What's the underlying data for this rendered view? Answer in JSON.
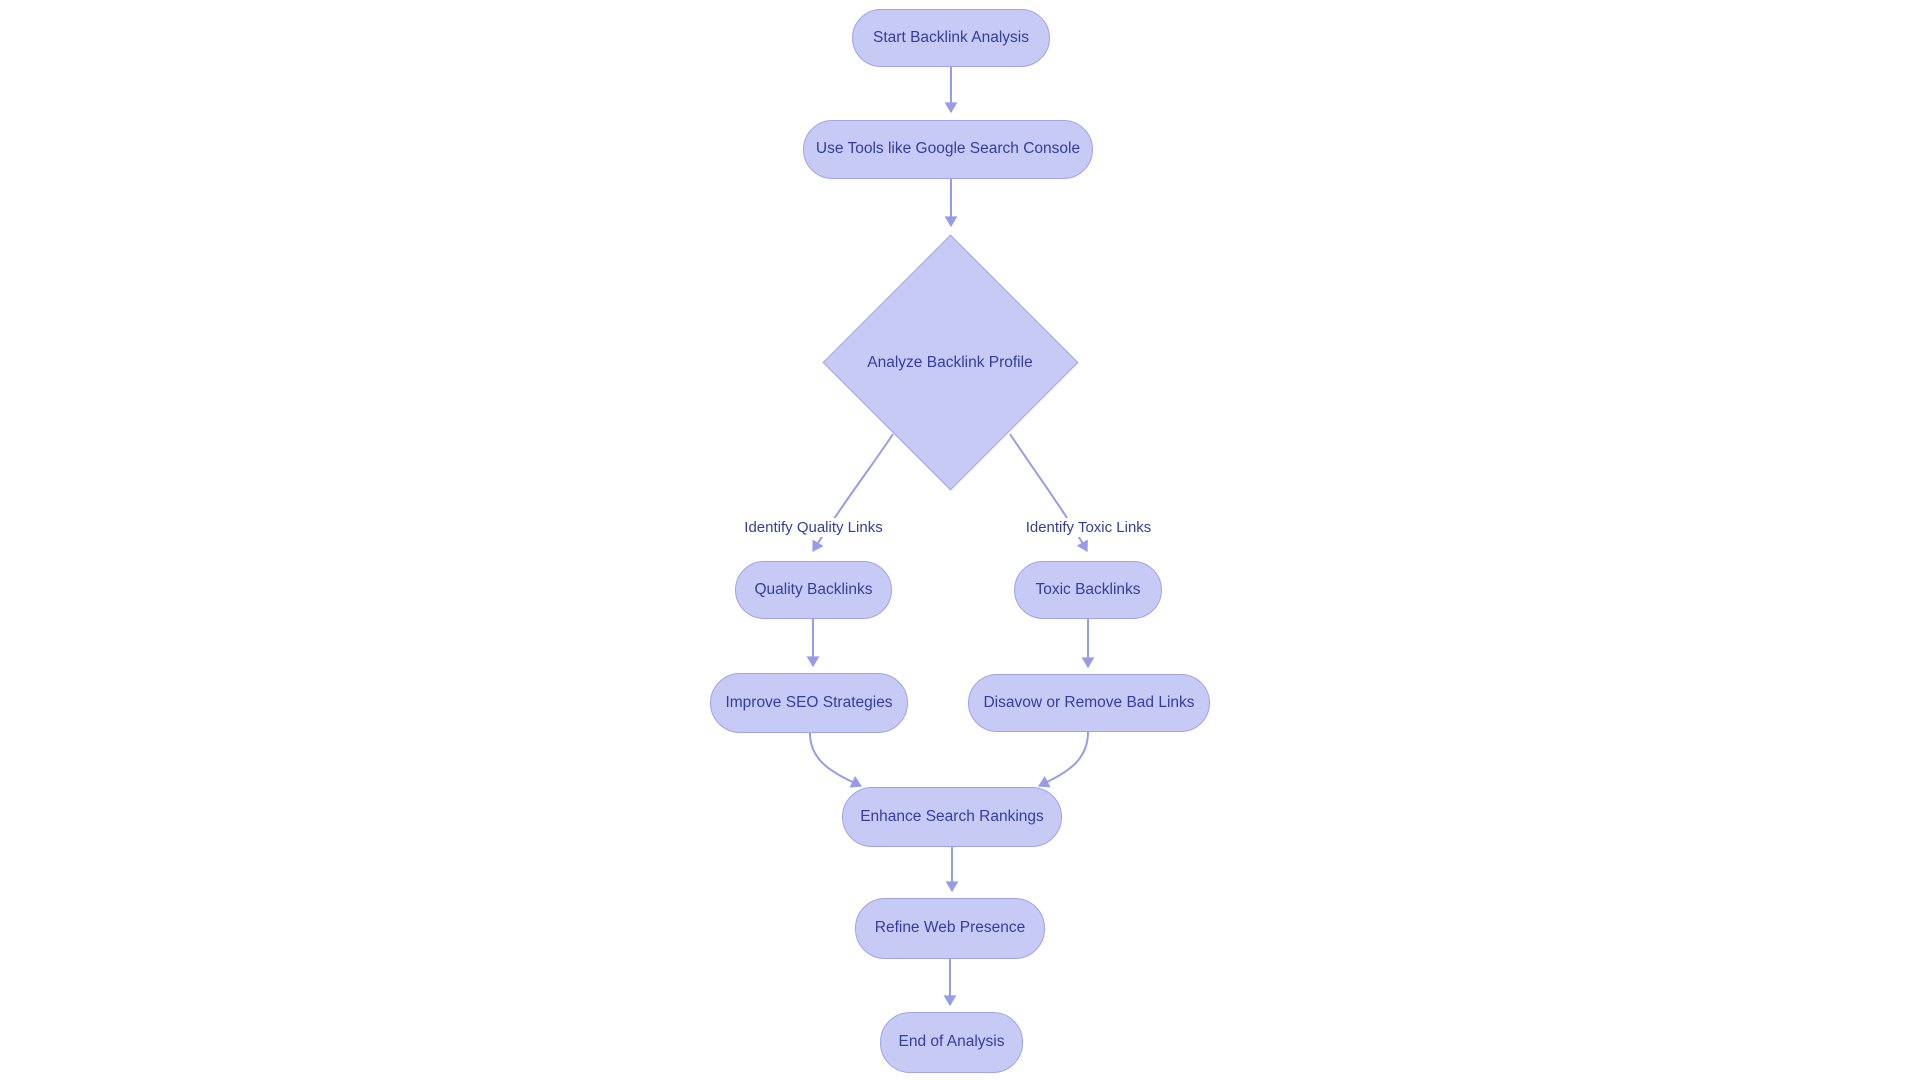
{
  "diagram": {
    "type": "flowchart",
    "direction": "top-down",
    "colors": {
      "node_fill": "#c8caf6",
      "node_border": "#9fa3ec",
      "edge": "#979ce8",
      "text": "#333d9e",
      "background": "#ffffff"
    },
    "nodes": [
      {
        "id": "start",
        "shape": "stadium",
        "label": "Start Backlink Analysis"
      },
      {
        "id": "tools",
        "shape": "stadium",
        "label": "Use Tools like Google Search Console"
      },
      {
        "id": "analyze",
        "shape": "diamond",
        "label": "Analyze Backlink Profile"
      },
      {
        "id": "quality",
        "shape": "stadium",
        "label": "Quality Backlinks"
      },
      {
        "id": "toxic",
        "shape": "stadium",
        "label": "Toxic Backlinks"
      },
      {
        "id": "improve",
        "shape": "stadium",
        "label": "Improve SEO Strategies"
      },
      {
        "id": "disavow",
        "shape": "stadium",
        "label": "Disavow or Remove Bad Links"
      },
      {
        "id": "enhance",
        "shape": "stadium",
        "label": "Enhance Search Rankings"
      },
      {
        "id": "refine",
        "shape": "stadium",
        "label": "Refine Web Presence"
      },
      {
        "id": "end",
        "shape": "stadium",
        "label": "End of Analysis"
      }
    ],
    "edges": [
      {
        "from": "start",
        "to": "tools",
        "label": ""
      },
      {
        "from": "tools",
        "to": "analyze",
        "label": ""
      },
      {
        "from": "analyze",
        "to": "quality",
        "label": "Identify Quality Links"
      },
      {
        "from": "analyze",
        "to": "toxic",
        "label": "Identify Toxic Links"
      },
      {
        "from": "quality",
        "to": "improve",
        "label": ""
      },
      {
        "from": "toxic",
        "to": "disavow",
        "label": ""
      },
      {
        "from": "improve",
        "to": "enhance",
        "label": ""
      },
      {
        "from": "disavow",
        "to": "enhance",
        "label": ""
      },
      {
        "from": "enhance",
        "to": "refine",
        "label": ""
      },
      {
        "from": "refine",
        "to": "end",
        "label": ""
      }
    ]
  }
}
